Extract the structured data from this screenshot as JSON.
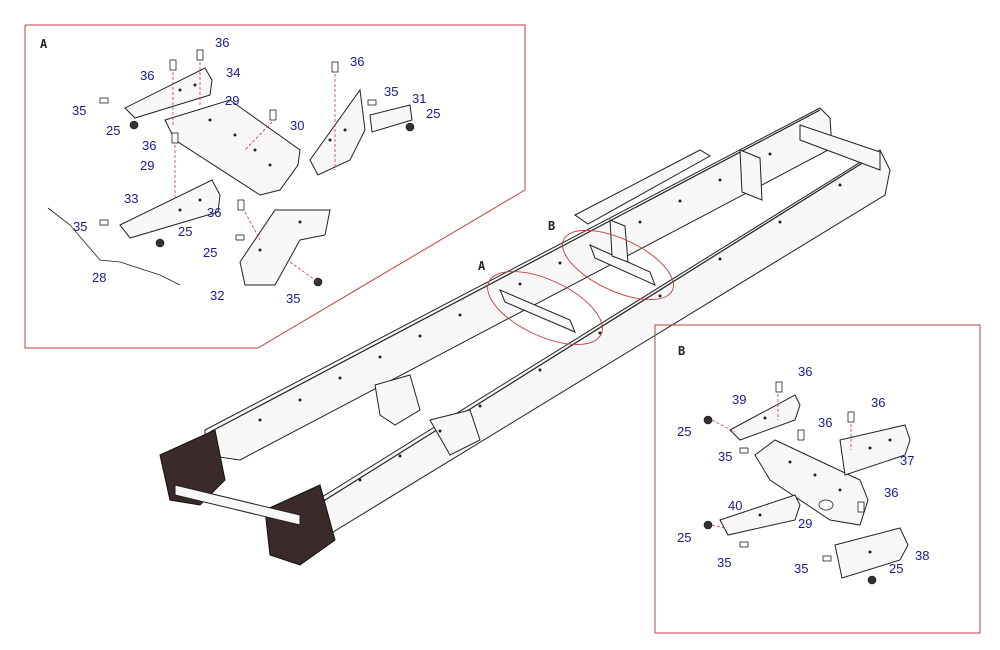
{
  "detail_a": {
    "letter": "A",
    "callouts": {
      "c36a": "36",
      "c36b": "36",
      "c34": "34",
      "c35a": "35",
      "c25a": "25",
      "c29a": "29",
      "c30": "30",
      "c36c": "36",
      "c29b": "29",
      "c36d": "36",
      "c35b": "35",
      "c31": "31",
      "c25b": "25",
      "c33": "33",
      "c35c": "35",
      "c25c": "25",
      "c36e": "36",
      "c25d": "25",
      "c28": "28",
      "c32": "32",
      "c35d": "35"
    }
  },
  "detail_b": {
    "letter": "B",
    "callouts": {
      "c36a": "36",
      "c39": "39",
      "c36b": "36",
      "c36c": "36",
      "c25a": "25",
      "c35a": "35",
      "c37": "37",
      "c40": "40",
      "c29": "29",
      "c36d": "36",
      "c25b": "25",
      "c35b": "35",
      "c38": "38",
      "c35c": "35",
      "c25c": "25"
    }
  },
  "frame_markers": {
    "a": "A",
    "b": "B"
  }
}
